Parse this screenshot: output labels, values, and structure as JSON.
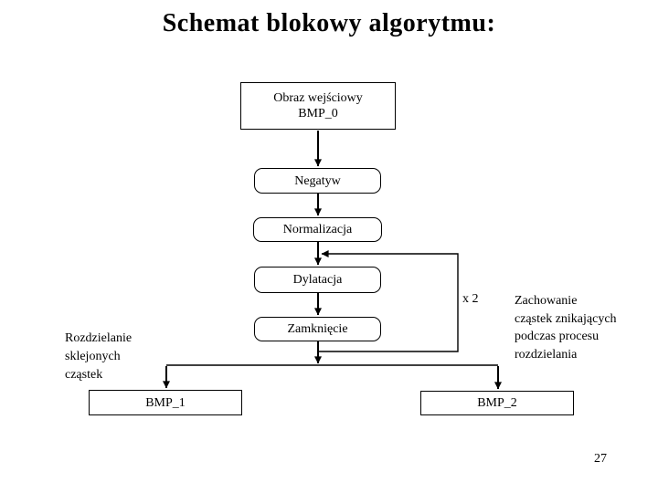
{
  "slide": {
    "title": "Schemat blokowy algorytmu:",
    "page_number": "27"
  },
  "diagram": {
    "nodes": {
      "input": "Obraz wejściowy\nBMP_0",
      "negatyw": "Negatyw",
      "normalizacja": "Normalizacja",
      "dylatacja": "Dylatacja",
      "zamkniecie": "Zamknięcie",
      "bmp1": "BMP_1",
      "bmp2": "BMP_2"
    },
    "loop_label": "x 2",
    "annotations": {
      "left": "Rozdzielanie\nsklejonych\ncząstek",
      "right": "Zachowanie\ncząstek znikających\npodczas procesu\nrozdzielania"
    }
  },
  "colors": {
    "background": "#ffffff",
    "ink": "#000000"
  }
}
